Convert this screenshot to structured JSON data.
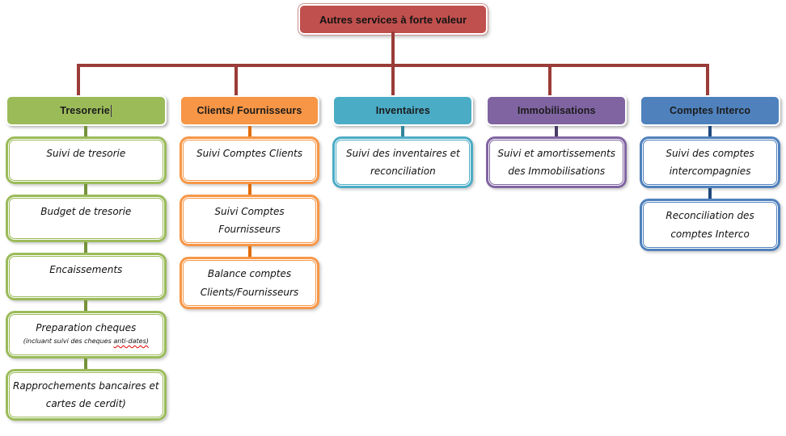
{
  "root_box": {
    "label": "Autres services à forte valeur"
  },
  "colors": {
    "root_fill": "#C0504D",
    "tree_line": "#9A3C38",
    "text": "#141414"
  },
  "columns": [
    {
      "title": "Tresorerie",
      "color": "#9BBB59",
      "connector_color": "#76923C",
      "has_text_cursor": true,
      "children": [
        {
          "lines": [
            "Suivi de tresorie"
          ]
        },
        {
          "lines": [
            "Budget de tresorie"
          ]
        },
        {
          "lines": [
            "Encaissements"
          ]
        },
        {
          "lines": [
            "Preparation cheques"
          ],
          "note_prefix": "(incluant suivi des cheques ",
          "note_misspelled": "anti-dates)"
        },
        {
          "lines": [
            "Rapprochements bancaires et",
            "cartes de cerdit)"
          ]
        }
      ]
    },
    {
      "title": "Clients/ Fournisseurs",
      "color": "#F79646",
      "connector_color": "#E36C0A",
      "children": [
        {
          "lines": [
            "Suivi Comptes Clients"
          ]
        },
        {
          "lines": [
            "Suivi Comptes",
            "Fournisseurs"
          ]
        },
        {
          "lines": [
            "Balance comptes",
            "Clients/Fournisseurs"
          ]
        }
      ]
    },
    {
      "title": "Inventaires",
      "color": "#4BACC6",
      "connector_color": "#31849B",
      "children": [
        {
          "lines": [
            "Suivi des inventaires et",
            "reconciliation"
          ]
        }
      ]
    },
    {
      "title": "Immobilisations",
      "color": "#8064A2",
      "connector_color": "#4A3B66",
      "children": [
        {
          "lines": [
            "Suivi et amortissements",
            "des Immobilisations"
          ]
        }
      ]
    },
    {
      "title": "Comptes Interco",
      "color": "#4F81BD",
      "connector_color": "#1F497D",
      "children": [
        {
          "lines": [
            "Suivi des comptes",
            "intercompagnies"
          ]
        },
        {
          "lines": [
            "Reconciliation des",
            "comptes Interco"
          ]
        }
      ]
    }
  ]
}
